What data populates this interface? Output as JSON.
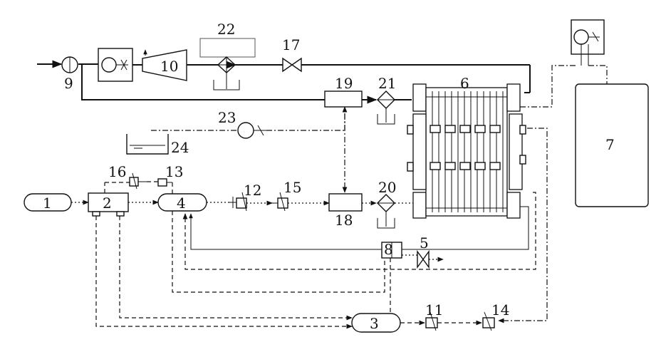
{
  "labels": {
    "n1": "1",
    "n2": "2",
    "n3": "3",
    "n4": "4",
    "n5": "5",
    "n6": "6",
    "n7": "7",
    "n8": "8",
    "n9": "9",
    "n10": "10",
    "n11": "11",
    "n12": "12",
    "n13": "13",
    "n14": "14",
    "n15": "15",
    "n16": "16",
    "n17": "17",
    "n18": "18",
    "n19": "19",
    "n20": "20",
    "n21": "21",
    "n22": "22",
    "n23": "23",
    "n24": "24"
  }
}
